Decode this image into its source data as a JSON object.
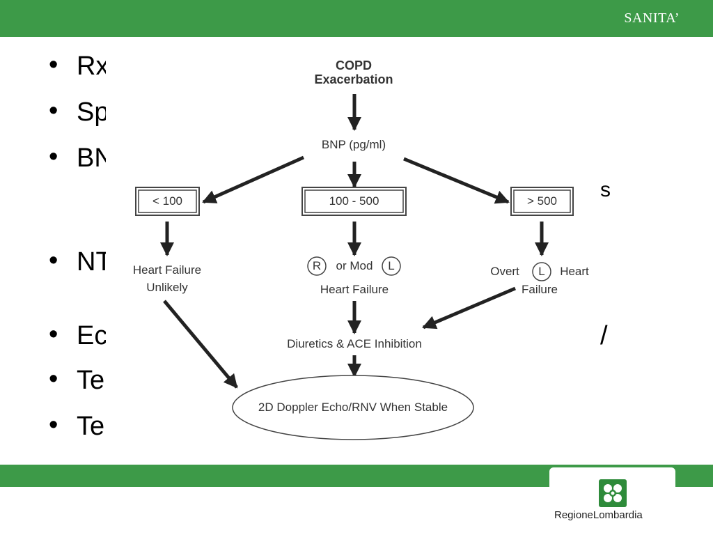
{
  "header": {
    "title": "SANITA’"
  },
  "slide": {
    "bullets": [
      {
        "text": "Rx"
      },
      {
        "text": "Sp"
      },
      {
        "text": "BN"
      },
      {
        "text": "s"
      },
      {
        "text": "NT"
      },
      {
        "text": "Ec"
      },
      {
        "text": "/"
      },
      {
        "text": "Te"
      },
      {
        "text": "Te"
      }
    ]
  },
  "flowchart": {
    "start": {
      "line1": "COPD",
      "line2": "Exacerbation"
    },
    "measure": "BNP (pg/ml)",
    "ranges": {
      "low": "< 100",
      "mid": "100 - 500",
      "high": "> 500"
    },
    "outcomes": {
      "low": {
        "line1": "Heart Failure",
        "line2": "Unlikely"
      },
      "mid": {
        "circle_r": "R",
        "or_mod": "or Mod",
        "circle_l": "L",
        "line2": "Heart Failure"
      },
      "high": {
        "overt": "Overt",
        "circle_l": "L",
        "heart": "Heart",
        "line2": "Failure"
      }
    },
    "treatment": "Diuretics & ACE Inhibition",
    "final": "2D Doppler Echo/RNV When Stable"
  },
  "footer": {
    "logo_text": "RegioneLombardia"
  },
  "colors": {
    "brand_green": "#3d9a48",
    "logo_green": "#2e8b3a"
  }
}
